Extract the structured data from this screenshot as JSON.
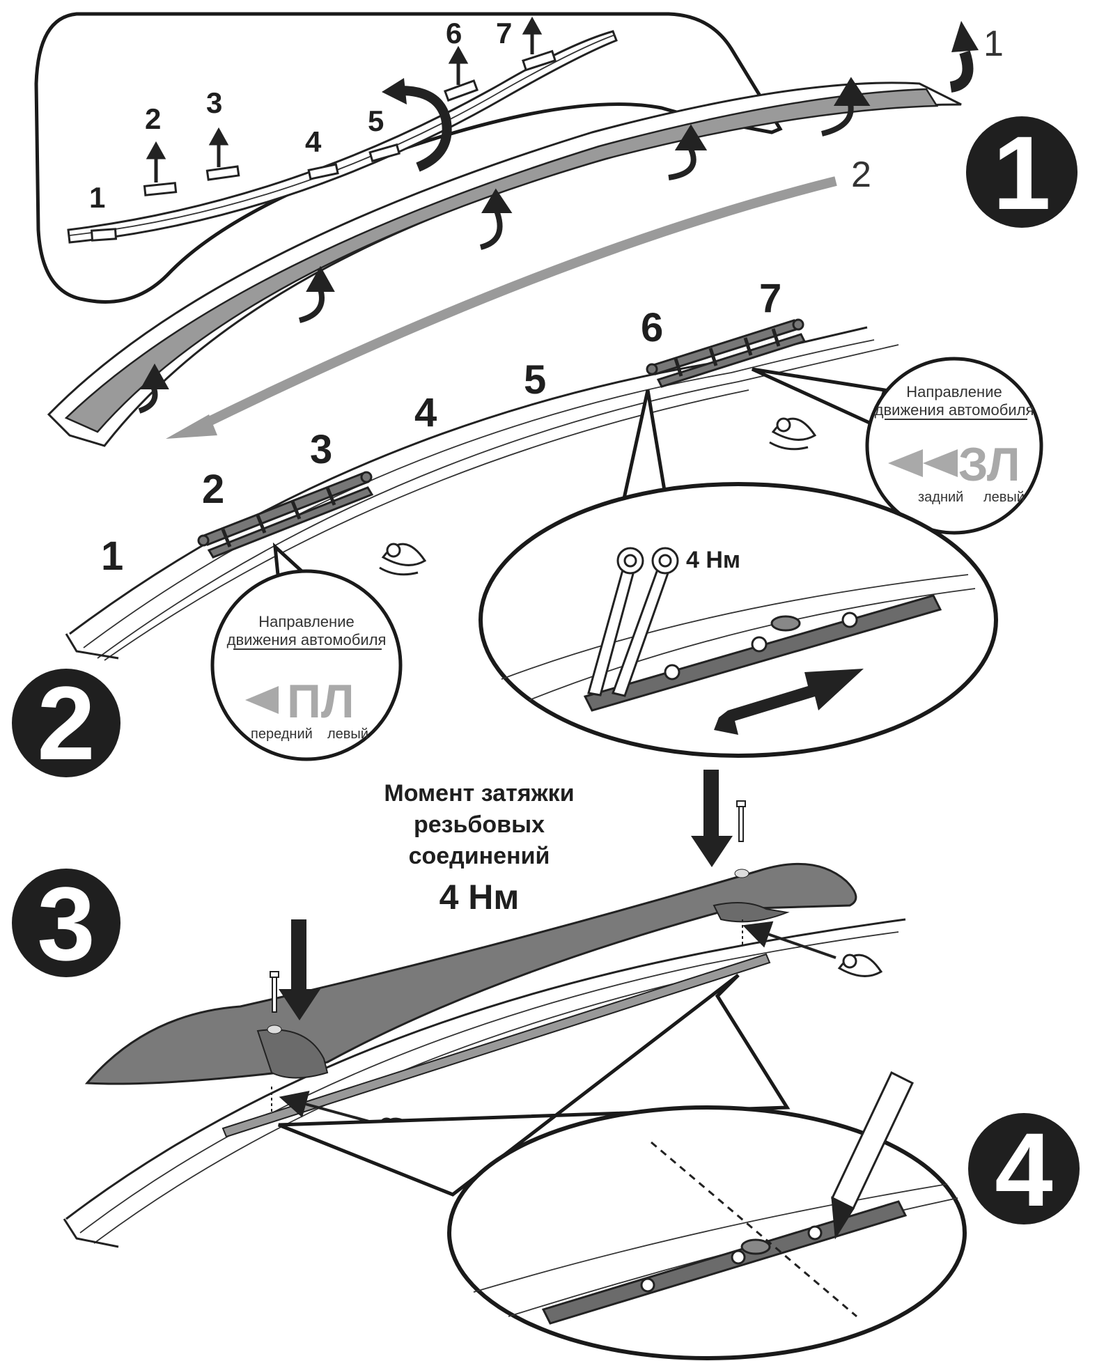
{
  "colors": {
    "ink": "#1f1f1f",
    "grey_band": "#9a9a9a",
    "dark_part": "#6b6b6b",
    "code_grey": "#a9a9a9",
    "white": "#ffffff"
  },
  "step1": {
    "badge": "1",
    "arrow1_label": "1",
    "arrow2_label": "2",
    "inset_numbers": [
      "1",
      "2",
      "3",
      "4",
      "5",
      "6",
      "7"
    ]
  },
  "step2": {
    "badge": "2",
    "rail_numbers": [
      "1",
      "2",
      "3",
      "4",
      "5",
      "6",
      "7"
    ],
    "front_callout": {
      "title_line1": "Направление",
      "title_line2": "движения автомобиля",
      "code": "ПЛ",
      "legend_left": "передний",
      "legend_right": "левый"
    },
    "rear_callout": {
      "title_line1": "Направление",
      "title_line2": "движения автомобиля",
      "code": "ЗЛ",
      "legend_left": "задний",
      "legend_right": "левый"
    },
    "torque_zoom_label": "4 Нм"
  },
  "step3": {
    "badge": "3",
    "torque_caption_line1": "Момент затяжки",
    "torque_caption_line2": "резьбовых",
    "torque_caption_line3": "соединений",
    "torque_value": "4 Нм"
  },
  "step4": {
    "badge": "4"
  },
  "icons": [
    "eye-icon",
    "torque-wrench-icon",
    "pencil-icon",
    "double-arrow-icon",
    "down-arrow-icon",
    "bolt-icon"
  ]
}
